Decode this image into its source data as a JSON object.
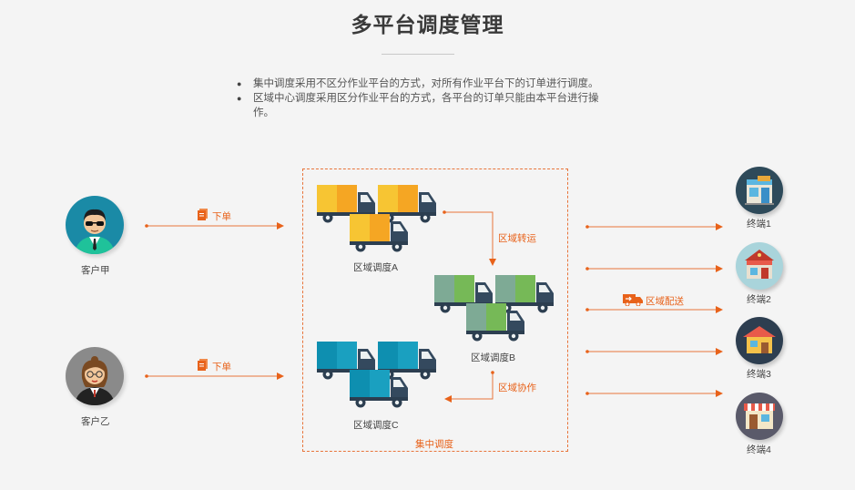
{
  "title": "多平台调度管理",
  "bullets": [
    "集中调度采用不区分作业平台的方式，对所有作业平台下的订单进行调度。",
    "区域中心调度采用区分作业平台的方式，各平台的订单只能由本平台进行操作。"
  ],
  "customers": [
    {
      "label": "客户甲",
      "icon": "man-with-sunglasses-icon",
      "bg": "#1a8aa6"
    },
    {
      "label": "客户乙",
      "icon": "woman-with-glasses-icon",
      "bg": "#8a8a8a"
    }
  ],
  "order_label": "下单",
  "dispatch_groups": [
    {
      "label": "区域调度A",
      "color": "#f5a623",
      "accent": "#f7c533"
    },
    {
      "label": "区域调度B",
      "color": "#76b957",
      "accent": "#7eaa95"
    },
    {
      "label": "区域调度C",
      "color": "#1aa0c0",
      "accent": "#0e8fb0"
    }
  ],
  "transfer_label": "区域转运",
  "cooperate_label": "区域协作",
  "central_label": "集中调度",
  "delivery_label": "区域配送",
  "terminals": [
    {
      "label": "终端1",
      "icon": "shop-icon",
      "bg": "#2e4a5a"
    },
    {
      "label": "终端2",
      "icon": "store-icon",
      "bg": "#a9d4db"
    },
    {
      "label": "终端3",
      "icon": "house-icon",
      "bg": "#2d3e50"
    },
    {
      "label": "终端4",
      "icon": "market-icon",
      "bg": "#5a5a6a"
    }
  ],
  "colors": {
    "accent": "#e8621a",
    "line": "#e8743a"
  }
}
